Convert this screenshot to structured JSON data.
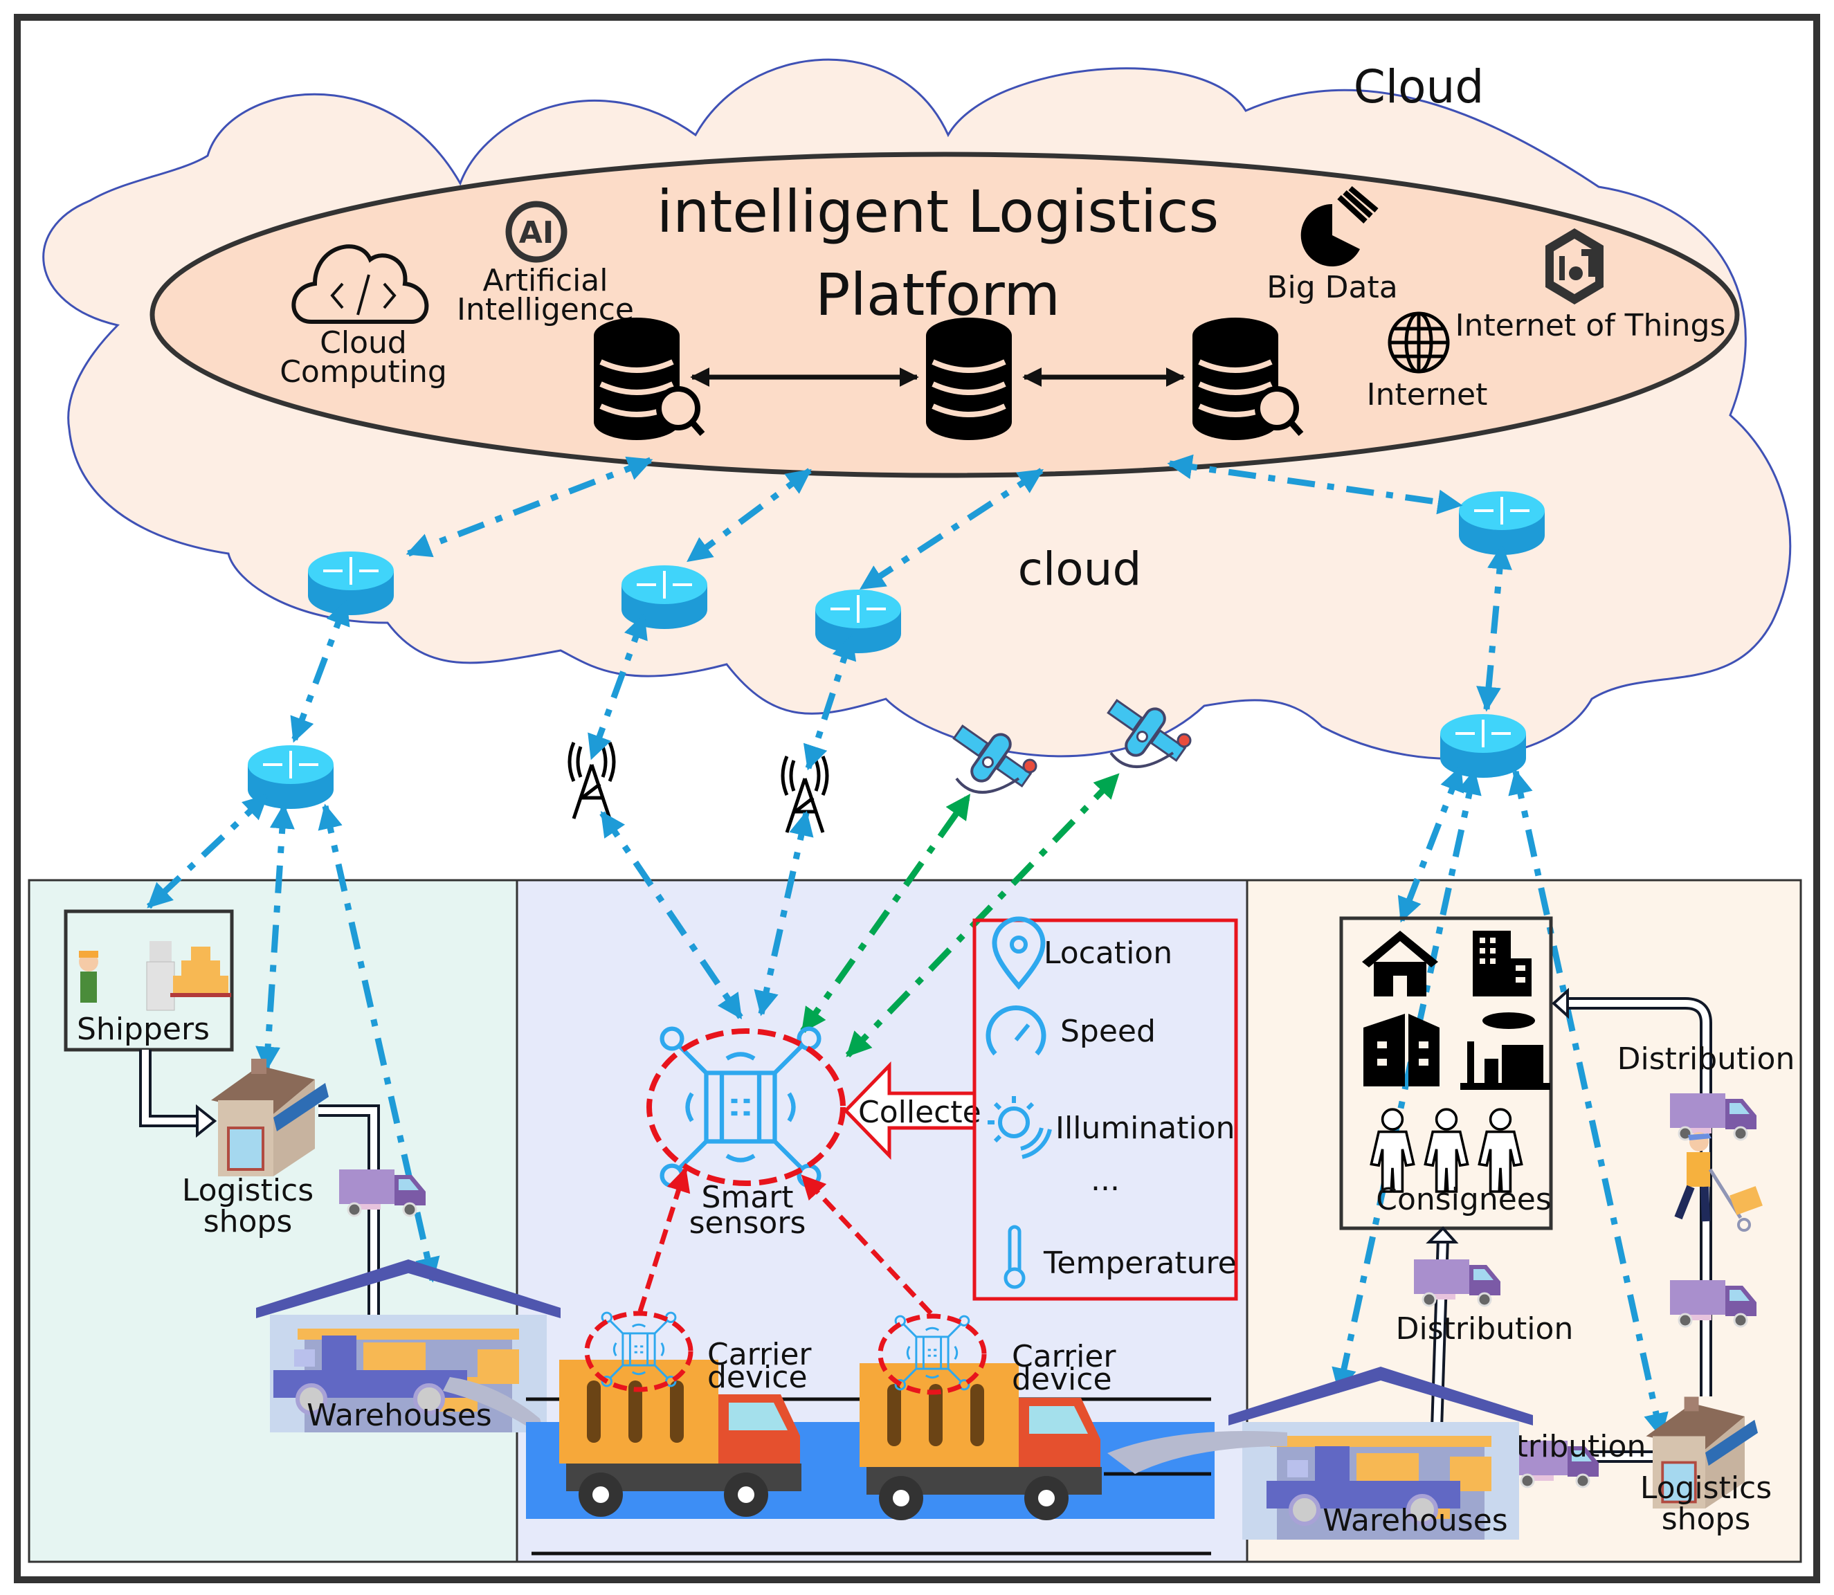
{
  "diagram": {
    "outer_label_cloud": "Cloud",
    "inner_label_cloud": "cloud",
    "platform": {
      "title_line1": "intelligent Logistics",
      "title_line2": "Platform",
      "technologies": [
        {
          "name": "Cloud Computing",
          "line1": "Cloud",
          "line2": "Computing",
          "icon": "cloud-code-icon"
        },
        {
          "name": "Artificial Intelligence",
          "line1": "Artificial",
          "line2": "Intelligence",
          "icon": "ai-icon"
        },
        {
          "name": "Big Data",
          "line1": "Big Data",
          "icon": "pie-chart-icon"
        },
        {
          "name": "Internet of Things",
          "line1": "Internet of Things",
          "icon": "iot-icon"
        },
        {
          "name": "Internet",
          "line1": "Internet",
          "icon": "globe-icon"
        }
      ],
      "databases": [
        "database-search",
        "database",
        "database-search"
      ]
    },
    "left_panel": {
      "shippers": "Shippers",
      "logistics_shops_line1": "Logistics",
      "logistics_shops_line2": "shops",
      "warehouses": "Warehouses"
    },
    "middle_panel": {
      "smart_sensors_line1": "Smart",
      "smart_sensors_line2": "sensors",
      "collect_label": "Collecte",
      "carrier_line1": "Carrier",
      "carrier_line2": "device",
      "sensor_data": [
        {
          "label": "Location",
          "icon": "location-pin-icon"
        },
        {
          "label": "Speed",
          "icon": "speedometer-icon"
        },
        {
          "label": "Illumination",
          "icon": "sun-icon"
        },
        {
          "label": "...",
          "icon": ""
        },
        {
          "label": "Temperature",
          "icon": "thermometer-icon"
        }
      ]
    },
    "right_panel": {
      "consignees": "Consignees",
      "distribution_top": "Distribution",
      "distribution_mid": "Distribution",
      "distribution_bottom": "Distribution",
      "warehouses": "Warehouses",
      "logistics_shops_line1": "Logistics",
      "logistics_shops_line2": "shops"
    },
    "colors": {
      "cloud_fill": "#FDEEE4",
      "cloud_stroke": "#3F51B5",
      "platform_fill": "#FCDCC8",
      "router": "#1E9BD7",
      "router_top": "#40D4FA",
      "link_blue": "#1E9BD7",
      "link_green": "#00A650",
      "link_red": "#E8141C",
      "left_panel_bg": "#E6F5F2",
      "middle_panel_bg": "#E6EAFA",
      "right_panel_bg": "#FDF4EA",
      "road_blue": "#3D8EF5",
      "truck_orange": "#F6A83A",
      "truck_red": "#E5502E"
    }
  }
}
